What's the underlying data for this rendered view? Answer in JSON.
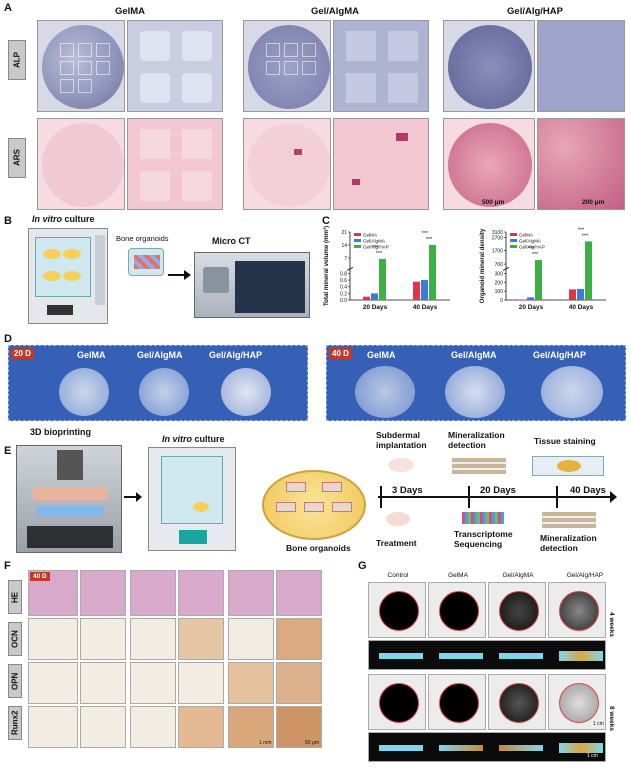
{
  "panel_letters": [
    "A",
    "B",
    "C",
    "D",
    "E",
    "F",
    "G"
  ],
  "panelA": {
    "columns": [
      "GelMA",
      "Gel/AlgMA",
      "Gel/Alg/HAP"
    ],
    "rows": [
      "ALP",
      "ARS"
    ],
    "scale_left": "500 μm",
    "scale_right": "200 μm"
  },
  "panelB": {
    "title_italic": "In vitro",
    "title_rest": " culture",
    "organoids": "Bone organoids",
    "micro_ct": "Micro CT"
  },
  "panelD": {
    "tag_left": "20 D",
    "tag_right": "40 D",
    "labels_left": [
      "GelMA",
      "Gel/AlgMA",
      "Gel/Alg/HAP"
    ],
    "labels_right": [
      "GelMA",
      "Gel/AlgMA",
      "Gel/Alg/HAP"
    ]
  },
  "panelE": {
    "bioprinting": "3D bioprinting",
    "culture_italic": "In vitro",
    "culture_rest": " culture",
    "organoids": "Bone organoids",
    "subdermal": "Subdermal implantation",
    "treatment": "Treatment",
    "mineralization_top": "Mineralization detection",
    "transcriptome": "Transcriptome Sequencing",
    "tissue": "Tissue staining",
    "mineralization_bottom": "Mineralization detection",
    "timeline": [
      "3 Days",
      "20 Days",
      "40 Days"
    ]
  },
  "panelF": {
    "tag": "40 D",
    "rows": [
      "HE",
      "OCN",
      "OPN",
      "Runx2"
    ],
    "scale1": "1 mm",
    "scale2": "50 μm"
  },
  "panelG": {
    "columns": [
      "Control",
      "GelMA",
      "Gel/AlgMA",
      "Gel/Alg/HAP"
    ],
    "rows": [
      "4 weeks",
      "8 weeks"
    ],
    "scale": "1 cm"
  },
  "chart_data": [
    {
      "type": "bar",
      "ylabel": "Total mineral volume (mm³)",
      "categories": [
        "20 Days",
        "40 Days"
      ],
      "series": [
        {
          "name": "GelMA",
          "values": [
            0.1,
            0.55
          ]
        },
        {
          "name": "Gel/AlgMA",
          "values": [
            0.2,
            0.6
          ]
        },
        {
          "name": "Gel/Alg/HAP",
          "values": [
            6.5,
            14
          ]
        }
      ],
      "yticks": [
        "0.0",
        "0.2",
        "0.4",
        "0.6",
        "0.8",
        "7",
        "14",
        "21"
      ],
      "ylim": [
        0,
        21
      ],
      "significance": [
        "***",
        "***",
        "***",
        "***",
        "***"
      ],
      "colors": [
        "#e0344b",
        "#3a7bd5",
        "#3cb043"
      ],
      "legend": "top-left"
    },
    {
      "type": "bar",
      "ylabel": "Organoid mineral density",
      "categories": [
        "20 Days",
        "40 Days"
      ],
      "series": [
        {
          "name": "GelMA",
          "values": [
            5,
            120
          ]
        },
        {
          "name": "Gel/AlgMA",
          "values": [
            30,
            125
          ]
        },
        {
          "name": "Gel/Alg/HAP",
          "values": [
            1000,
            2400
          ]
        }
      ],
      "yticks": [
        "0",
        "100",
        "200",
        "300",
        "700",
        "1700",
        "2700",
        "3100"
      ],
      "ylim": [
        0,
        3100
      ],
      "significance": [
        "***",
        "***",
        "***",
        "***",
        "***"
      ],
      "colors": [
        "#e0344b",
        "#3a7bd5",
        "#3cb043"
      ],
      "legend": "top-left"
    }
  ]
}
